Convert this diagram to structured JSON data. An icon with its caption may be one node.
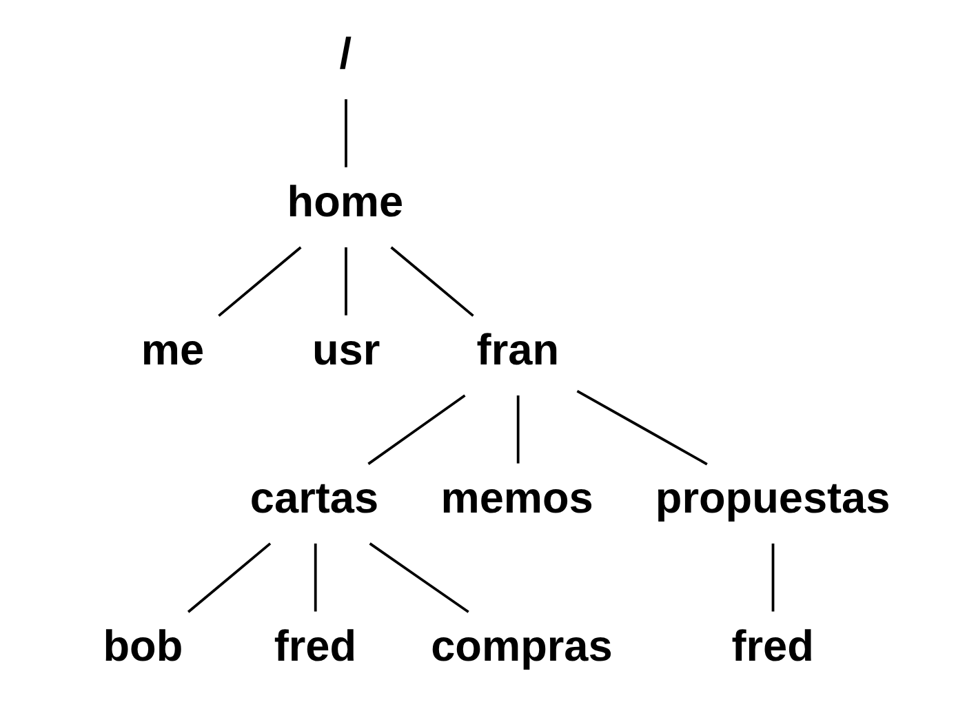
{
  "diagram": {
    "nodes": [
      {
        "text": [
          "/"
        ]
      },
      {
        "text": [
          "home"
        ]
      },
      {
        "text": [
          "me"
        ]
      },
      {
        "text": [
          "usr"
        ]
      },
      {
        "text": [
          "fran"
        ]
      },
      {
        "text": [
          "cartas"
        ]
      },
      {
        "text": [
          "memos"
        ]
      },
      {
        "text": [
          "propuestas"
        ]
      },
      {
        "text": [
          "bob"
        ]
      },
      {
        "text": [
          "fred"
        ]
      },
      {
        "text": [
          "compras"
        ]
      },
      {
        "text": [
          "fred"
        ]
      }
    ],
    "edges": [
      {
        "from": 0,
        "to": 1,
        "arrow": "none"
      },
      {
        "from": 1,
        "to": 2,
        "arrow": "none"
      },
      {
        "from": 1,
        "to": 3,
        "arrow": "none"
      },
      {
        "from": 1,
        "to": 4,
        "arrow": "none"
      },
      {
        "from": 4,
        "to": 5,
        "arrow": "none"
      },
      {
        "from": 4,
        "to": 6,
        "arrow": "none"
      },
      {
        "from": 4,
        "to": 7,
        "arrow": "none"
      },
      {
        "from": 5,
        "to": 8,
        "arrow": "none"
      },
      {
        "from": 5,
        "to": 9,
        "arrow": "none"
      },
      {
        "from": 5,
        "to": 10,
        "arrow": "none"
      },
      {
        "from": 7,
        "to": 11,
        "arrow": "none"
      }
    ]
  }
}
